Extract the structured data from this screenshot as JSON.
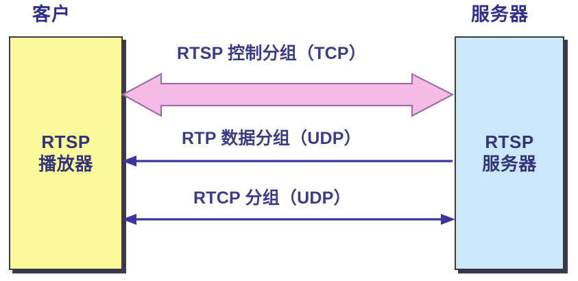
{
  "diagram": {
    "title_client": "客户",
    "title_server": "服务器",
    "colors": {
      "client_fill": "#fbfa9a",
      "server_fill": "#cbe8fa",
      "box_border": "#3a3a3a",
      "text_blue": "#33337a",
      "label_blue": "#3b3b8c",
      "block_arrow_fill": "#f7bbe8",
      "block_arrow_stroke": "#9a6fa8",
      "line_arrow": "#3b35a0",
      "background": "#ffffff"
    },
    "nodes": [
      {
        "id": "client",
        "caption": "客户",
        "lines": [
          "RTSP",
          "播放器"
        ]
      },
      {
        "id": "server",
        "caption": "服务器",
        "lines": [
          "RTSP",
          "服务器"
        ]
      }
    ],
    "connections": [
      {
        "id": "rtsp-control",
        "label": "RTSP 控制分组（TCP）",
        "protocol": "RTSP",
        "transport": "TCP",
        "direction": "bidirectional",
        "style": "block-arrow",
        "icon": "double-block-arrow-icon"
      },
      {
        "id": "rtp-data",
        "label": "RTP 数据分组（UDP）",
        "protocol": "RTP",
        "transport": "UDP",
        "direction": "server-to-client",
        "style": "line-arrow",
        "icon": "arrow-left-icon"
      },
      {
        "id": "rtcp",
        "label": "RTCP 分组（UDP）",
        "protocol": "RTCP",
        "transport": "UDP",
        "direction": "bidirectional",
        "style": "line-arrow",
        "icon": "double-arrow-icon"
      }
    ]
  }
}
